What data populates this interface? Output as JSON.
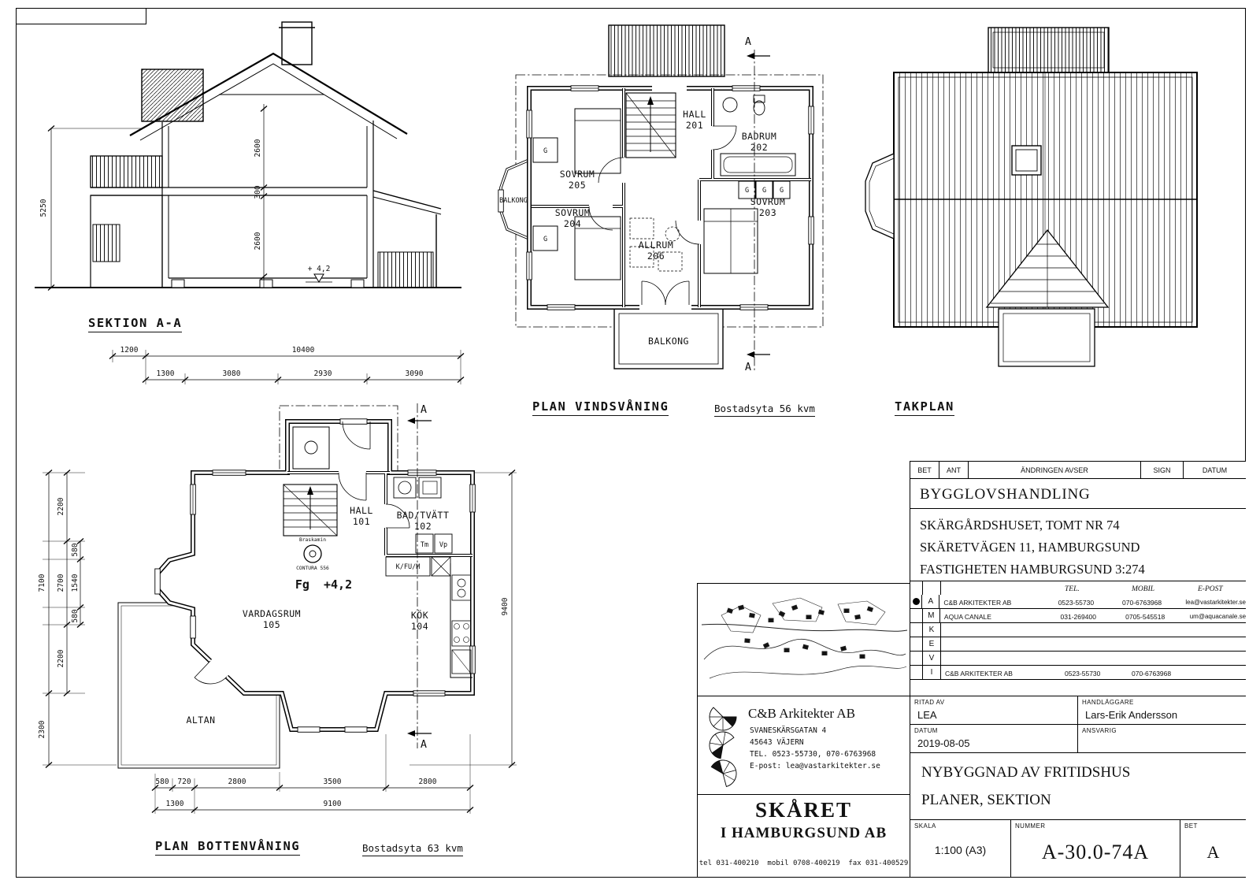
{
  "section": {
    "title": "SEKTION A-A",
    "dim_total_height": "5250",
    "dim_upper_floor": "2600",
    "dim_joist": "300",
    "dim_lower_floor": "2600",
    "level_mark": "+ 4,2",
    "dims_row1": [
      "1200",
      "10400"
    ],
    "dims_row2": [
      "1300",
      "3080",
      "2930",
      "3090"
    ]
  },
  "attic_plan": {
    "title": "PLAN VINDSVÅNING",
    "area": "Bostadsyta 56 kvm",
    "section_marker": "A",
    "balkong_left": "BALKONG",
    "balkong_bottom": "BALKONG",
    "wardrobe": "G",
    "rooms": {
      "hall": {
        "name": "HALL",
        "no": "201"
      },
      "badrum": {
        "name": "BADRUM",
        "no": "202"
      },
      "sovrum203": {
        "name": "SOVRUM",
        "no": "203"
      },
      "sovrum204": {
        "name": "SOVRUM",
        "no": "204"
      },
      "sovrum205": {
        "name": "SOVRUM",
        "no": "205"
      },
      "allrum": {
        "name": "ALLRUM",
        "no": "206"
      }
    }
  },
  "roof_plan": {
    "title": "TAKPLAN"
  },
  "ground_plan": {
    "title": "PLAN BOTTENVÅNING",
    "area": "Bostadsyta 63 kvm",
    "section_marker": "A",
    "floor_level": "Fg  +4,2",
    "tm": "Tm",
    "vp": "Vp",
    "kfum": "K/FU/M",
    "fireplace": "Braskamin",
    "fireplace_model": "CONTURA 556",
    "rooms": {
      "hall": {
        "name": "HALL",
        "no": "101"
      },
      "bad": {
        "name": "BAD/TVÄTT",
        "no": "102"
      },
      "kok": {
        "name": "KÖK",
        "no": "104"
      },
      "vardagsrum": {
        "name": "VARDAGSRUM",
        "no": "105"
      },
      "altan": "ALTAN"
    },
    "dims_left_outer": [
      "7100",
      "2300"
    ],
    "dims_left_mid": [
      "2200",
      "2700",
      "2200"
    ],
    "dims_left_inner": [
      "580",
      "1540",
      "580"
    ],
    "dim_right": "9400",
    "dims_bottom_row1": [
      "580",
      "720",
      "2800",
      "3500",
      "2800"
    ],
    "dims_bottom_row2": [
      "1300",
      "9100"
    ]
  },
  "title_block": {
    "rev_header": {
      "bet": "BET",
      "ant": "ANT",
      "andringen": "ÄNDRINGEN AVSER",
      "sign": "SIGN",
      "datum": "DATUM"
    },
    "doc_type": "BYGGLOVSHANDLING",
    "project_line1": "SKÄRGÅRDSHUSET, TOMT NR 74",
    "project_line2": "SKÄRETVÄGEN 11, HAMBURGSUND",
    "project_line3": "FASTIGHETEN HAMBURGSUND 3:274",
    "contact_header": {
      "tel": "TEL.",
      "mobil": "MOBIL",
      "epost": "E-POST"
    },
    "contacts": [
      {
        "code": "A",
        "name": "C&B ARKITEKTER AB",
        "tel": "0523-55730",
        "mobil": "070-6763968",
        "epost": "lea@vastarkitekter.se"
      },
      {
        "code": "M",
        "name": "AQUA CANALE",
        "tel": "031-269400",
        "mobil": "0705-545518",
        "epost": "um@aquacanale.se"
      },
      {
        "code": "K",
        "name": "",
        "tel": "",
        "mobil": "",
        "epost": ""
      },
      {
        "code": "E",
        "name": "",
        "tel": "",
        "mobil": "",
        "epost": ""
      },
      {
        "code": "V",
        "name": "",
        "tel": "",
        "mobil": "",
        "epost": ""
      },
      {
        "code": "I",
        "name": "C&B ARKITEKTER AB",
        "tel": "0523-55730",
        "mobil": "070-6763968",
        "epost": ""
      }
    ],
    "ritad_av_label": "RITAD AV",
    "ritad_av": "LEA",
    "handlaggare_label": "HANDLÄGGARE",
    "handlaggare": "Lars-Erik Andersson",
    "datum_label": "DATUM",
    "datum": "2019-08-05",
    "ansvarig_label": "ANSVARIG",
    "ansvarig": "",
    "desc_line1": "NYBYGGNAD AV FRITIDSHUS",
    "desc_line2": "PLANER, SEKTION",
    "skala_label": "SKALA",
    "skala": "1:100 (A3)",
    "nummer_label": "NUMMER",
    "nummer": "A-30.0-74A",
    "bet_label": "BET",
    "bet": "A"
  },
  "company": {
    "name": "C&B Arkitekter AB",
    "address1": "SVANESKÄRSGATAN 4",
    "address2": "45643 VÄJERN",
    "phone": "TEL. 0523-55730, 070-6763968",
    "email": "E-post: lea@vastarkitekter.se",
    "brand_line1": "SKÅRET",
    "brand_line2": "I HAMBURGSUND AB",
    "footer": "tel 031-400210  mobil 0708-400219  fax 031-400529"
  }
}
